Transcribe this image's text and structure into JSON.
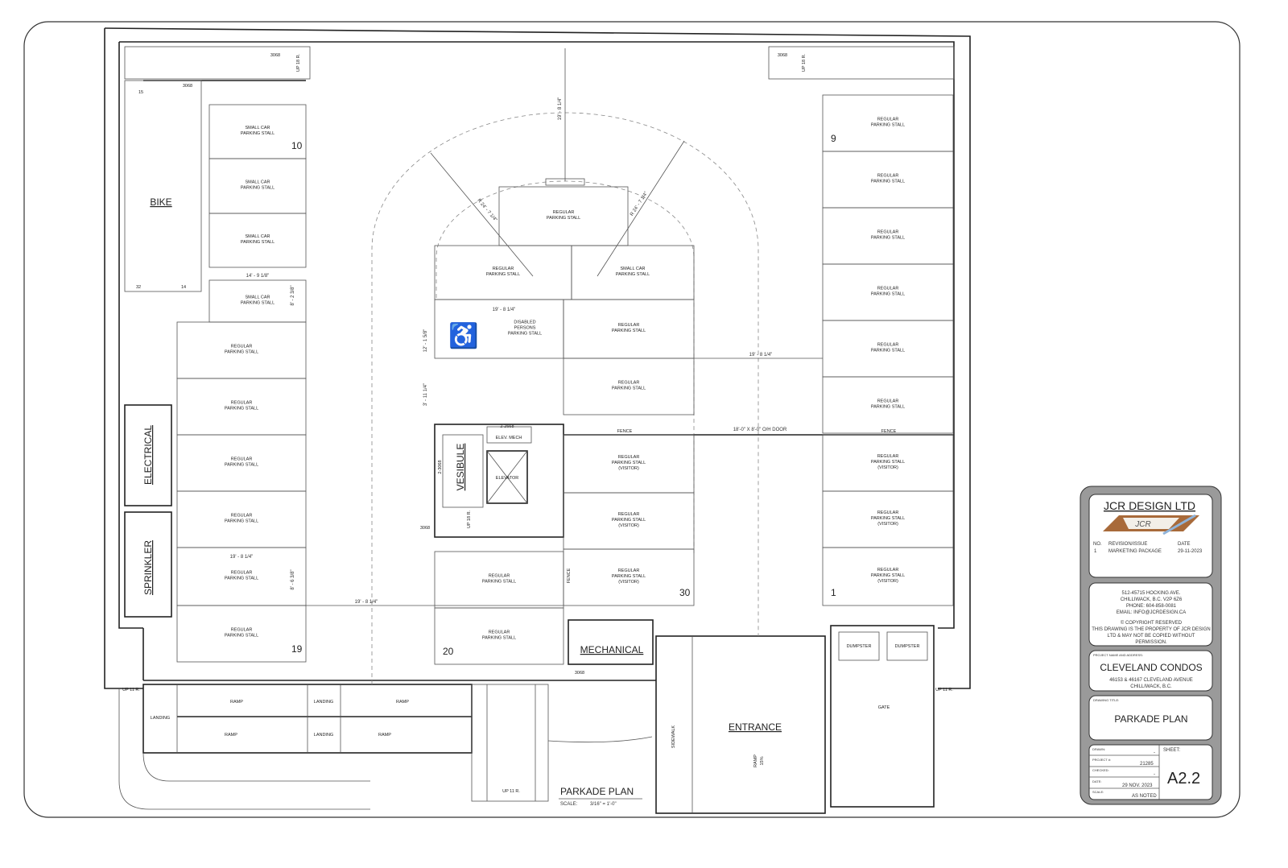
{
  "drawing": {
    "title": "PARKADE PLAN",
    "scale_label": "SCALE:",
    "scale_value": "3/16\" = 1'-0\""
  },
  "stall_text": {
    "small": "SMALL CAR",
    "regular": "REGULAR",
    "parking_stall": "PARKING STALL",
    "visitor": "(VISITOR)",
    "disabled": "DISABLED",
    "persons": "PERSONS"
  },
  "stall_numbers": {
    "n10": "10",
    "n9": "9",
    "n19": "19",
    "n20": "20",
    "n30": "30",
    "n1": "1"
  },
  "rooms": {
    "bike": "BIKE",
    "electrical": "ELECTRICAL",
    "sprinkler": "SPRINKLER",
    "vestibule": "VESIBULE",
    "elevator": "ELEVATOR",
    "elev_mech": "ELEV. MECH",
    "mechanical": "MECHANICAL",
    "entrance": "ENTRANCE",
    "dumpster": "DUMPSTER",
    "gate": "GATE",
    "sidewalk": "SIDEWALK",
    "ramp": "RAMP",
    "ramp_slope": "15%",
    "landing": "LANDING",
    "fence": "FENCE"
  },
  "doors": {
    "d3068": "3068",
    "d2668": "2-2668",
    "d23068": "2-3068",
    "up18": "UP 18 R.",
    "up11": "UP 11 R.",
    "bike15": "15",
    "bike32": "32",
    "bike14": "14"
  },
  "dimensions": {
    "d1": "19' - 8 1/4\"",
    "d2": "14' - 9 1/8\"",
    "d3": "8' - 2 3/8\"",
    "d4": "12' - 1 5/8\"",
    "d5": "3' - 11 1/4\"",
    "d6": "8' - 6 3/8\"",
    "r1": "R 24' - 7 1/4\"",
    "oh_door": "18'-0\" X 8'-0\" O/H DOOR"
  },
  "title_block": {
    "company": "JCR DESIGN LTD",
    "logo_text": "JCR",
    "no_label": "NO.",
    "rev_label": "REVISION/ISSUE",
    "date_label": "DATE",
    "rev_no": "1",
    "rev_desc": "MARKETING PACKAGE",
    "rev_date": "29-11-2023",
    "address1": "512-45715 HOCKING AVE.",
    "address2": "CHILLIWACK, B.C.   V2P 6Z6",
    "phone": "PHONE: 604-858-0081",
    "email": "EMAIL:  INFO@JCRDESIGN.CA",
    "copyright1": "© COPYRIGHT RESERVED",
    "copyright2": "THIS DRAWING IS THE PROPERTY OF JCR DESIGN",
    "copyright3": "LTD & MAY NOT BE COPIED WITHOUT",
    "copyright4": "PERMISSION.",
    "project_label": "PROJECT NAME AND ADDRESS:",
    "project_name": "CLEVELAND CONDOS",
    "project_addr1": "46153 & 46167 CLEVELAND AVENUE",
    "project_addr2": "CHILLIWACK, B.C.",
    "drawing_title_label": "DRAWING TITLE:",
    "drawing_title": "PARKADE PLAN",
    "drawn_label": "DRAWN:",
    "drawn": "-",
    "project_no_label": "PROJECT #:",
    "project_no": "21285",
    "checked_label": "CHECKED:",
    "checked": "-",
    "date_label2": "DATE:",
    "date": "29 NOV. 2023",
    "scale_label": "SCALE:",
    "scale": "AS NOTED",
    "sheet_label": "SHEET:",
    "sheet": "A2.2"
  },
  "colors": {
    "logo_brown": "#a86a3a",
    "logo_blue": "#8fb3d9"
  }
}
